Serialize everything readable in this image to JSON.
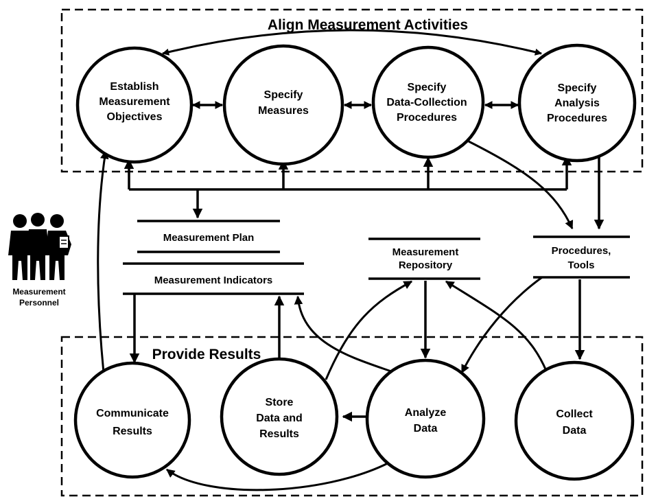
{
  "groups": {
    "align": "Align Measurement Activities",
    "provide": "Provide Results"
  },
  "processes": {
    "establish_objectives": [
      "Establish",
      "Measurement",
      "Objectives"
    ],
    "specify_measures": [
      "Specify",
      "Measures"
    ],
    "specify_data_collection": [
      "Specify",
      "Data-Collection",
      "Procedures"
    ],
    "specify_analysis": [
      "Specify",
      "Analysis",
      "Procedures"
    ],
    "communicate_results": [
      "Communicate",
      "Results"
    ],
    "store_data": [
      "Store",
      "Data and",
      "Results"
    ],
    "analyze_data": [
      "Analyze",
      "Data"
    ],
    "collect_data": [
      "Collect",
      "Data"
    ]
  },
  "stores": {
    "measurement_plan": [
      "Measurement Plan"
    ],
    "measurement_indicators": [
      "Measurement Indicators"
    ],
    "measurement_repository": [
      "Measurement",
      "Repository"
    ],
    "procedures_tools": [
      "Procedures,",
      "Tools"
    ]
  },
  "actor": {
    "icon": "people-group-icon",
    "label": [
      "Measurement",
      "Personnel"
    ]
  },
  "colors": {
    "ink": "#000000",
    "background": "#ffffff"
  }
}
